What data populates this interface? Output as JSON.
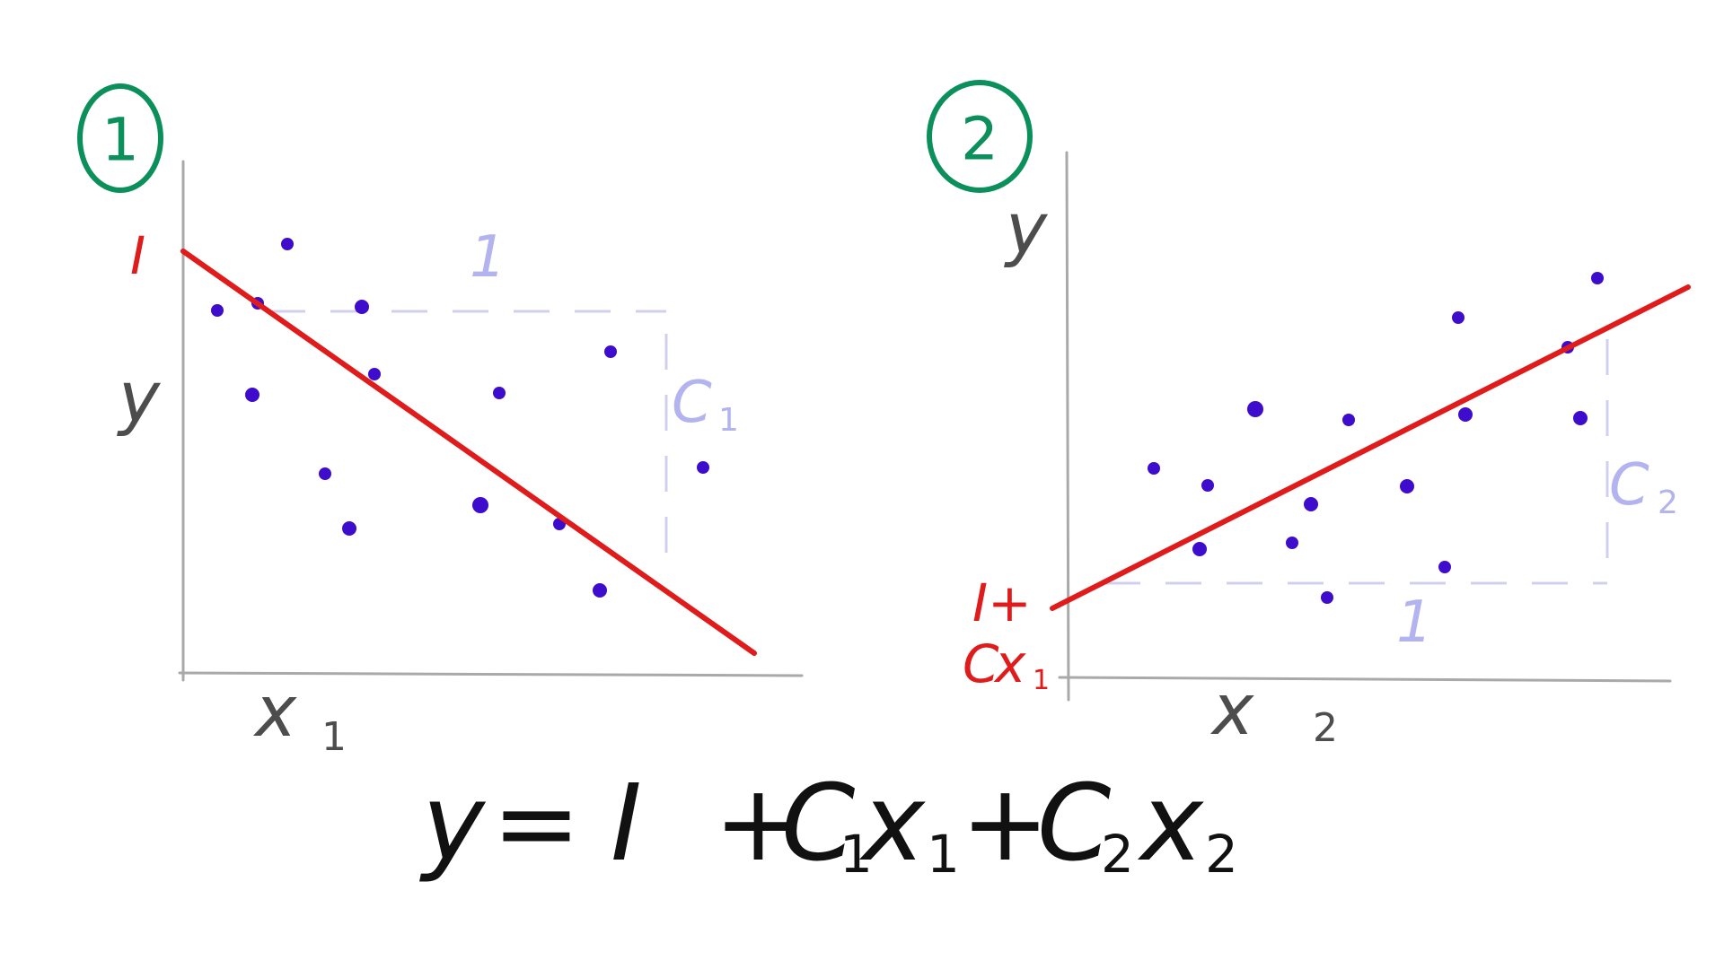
{
  "panel1": {
    "badge": "1",
    "y_label": "y",
    "x_label": "x",
    "x_sub": "1",
    "intercept_label": "I",
    "run_label": "1",
    "rise_label": "C",
    "rise_sub": "1"
  },
  "panel2": {
    "badge": "2",
    "y_label": "y",
    "x_label": "x",
    "x_sub": "2",
    "intercept_label_line1": "I+",
    "intercept_label_line2": "C",
    "intercept_label_line2_x": "x",
    "intercept_label_line2_sub": "1",
    "run_label": "1",
    "rise_label": "C",
    "rise_sub": "2"
  },
  "equation": {
    "lhs": "y",
    "eq": "=",
    "intercept": "I",
    "plus1": "+",
    "c1": "C",
    "c1_sub": "1",
    "x1": "x",
    "x1_sub": "1",
    "plus2": "+",
    "c2": "C",
    "c2_sub": "2",
    "x2": "x",
    "x2_sub": "2"
  },
  "colors": {
    "points": "#3d0ccc",
    "fit_line": "#e01b1b",
    "badge": "#0b8f5b",
    "guide": "#b3b3ef",
    "axis_text": "#4d4d4d"
  }
}
